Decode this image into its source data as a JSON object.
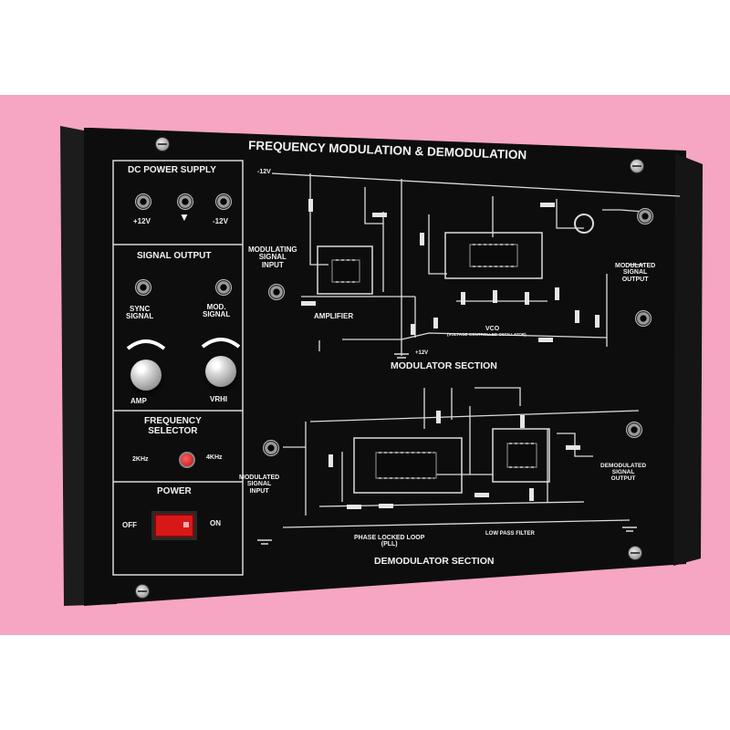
{
  "panel": {
    "title": "FREQUENCY MODULATION & DEMODULATION",
    "modulator_section": "MODULATOR SECTION",
    "demodulator_section": "DEMODULATOR SECTION"
  },
  "left_panel": {
    "dc_power_supply": "DC POWER SUPPLY",
    "plus_12v": "+12V",
    "minus_12v": "-12V",
    "signal_output": "SIGNAL OUTPUT",
    "sync_signal": "SYNC\nSIGNAL",
    "mod_signal": "MOD.\nSIGNAL",
    "amp": "AMP",
    "vari": "VRHI",
    "frequency_selector": "FREQUENCY\nSELECTOR",
    "freq_low": "2KHz",
    "freq_high": "4KHz",
    "power": "POWER",
    "off": "OFF",
    "on": "ON"
  },
  "modulator": {
    "modulating_input": "MODULATING\nSIGNAL\nINPUT",
    "amplifier": "AMPLIFIER",
    "vco": "VCO",
    "vco_sub": "(VOLTAGE CONTROLLED OSCILLATOR)",
    "modulated_output": "MODULATED\nSIGNAL\nOUTPUT",
    "rail_minus_12v": "-12V",
    "rail_plus_12v": "+12V"
  },
  "demodulator": {
    "modulated_input": "MODULATED\nSIGNAL\nINPUT",
    "pll": "PHASE LOCKED LOOP\n(PLL)",
    "lpf": "LOW PASS FILTER",
    "demodulated_output": "DEMODULATED\nSIGNAL\nOUTPUT"
  },
  "colors": {
    "background": "#f6a6c2",
    "panel": "#0d0d0d",
    "print": "#f2f2f2",
    "switch": "#d81818"
  }
}
